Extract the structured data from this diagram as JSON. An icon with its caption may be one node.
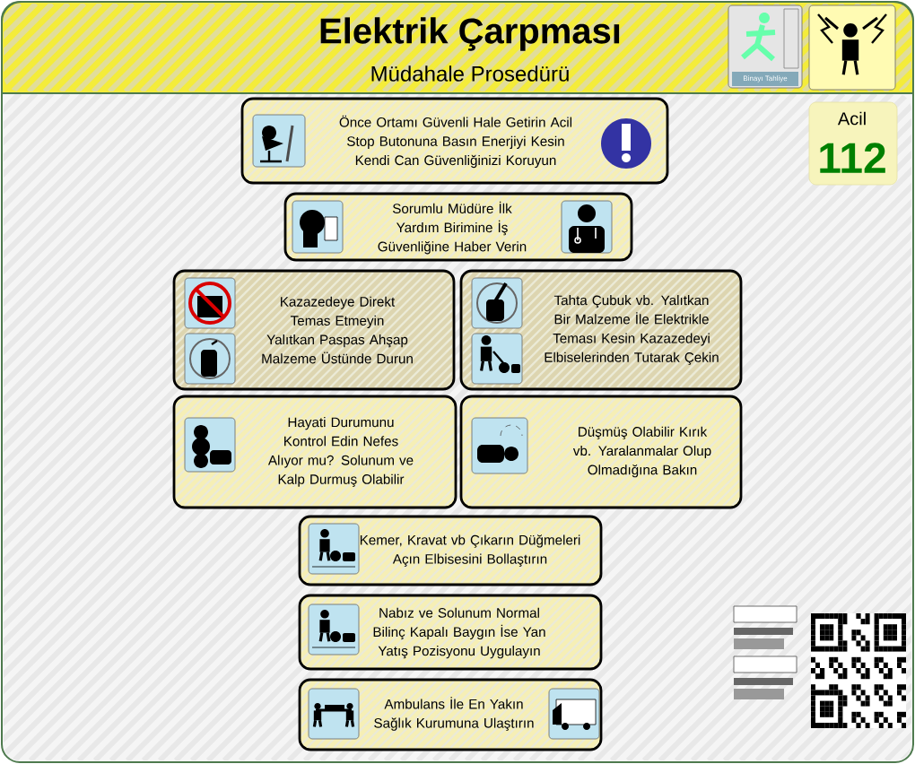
{
  "diagram": {
    "title": "Elektrik Çarpması",
    "nodes": [
      {
        "text": [
          "Önce Ortamı Güvenli Hale Getirin Acil Stop Butonuna Basın Enerjiyi Kesin Kendi Can Güvenliğinizi Koruyun"
        ]
      },
      {
        "text": [
          "Sorumlu Müdüre İlk Yardım Birimine İş Güvenliğine Haber Verin"
        ]
      },
      {
        "text": [
          "Kazazedeye Direkt Temas Etmeyin Yalıtkan Paspas Ahşap Malzeme Üstünde Durun"
        ]
      },
      {
        "text": [
          "Tahta Çubuk vb. Yalıtkan Bir Malzeme İle Elektrikle Teması Kesin Kazazedeyi Elbiselerinden Tutarak Çekin"
        ]
      },
      {
        "text": [
          "Hayati Durumunu Kontrol Edin Nefes Alıyor mu? Solunum ve Kalp Durmuş Olabilir"
        ]
      },
      {
        "text": [
          "Düşmüş Olabilir Kırık vb. Yaralanmalar Olup Olmadığına Bakın"
        ]
      },
      {
        "text": [
          "Kemer, Kravat vb Çıkarın Düğmeleri Açın Elbisesini Bollaştırın"
        ]
      },
      {
        "text": [
          "Nabız ve Solunum Normal Bilinç Kapalı Baygın İse Yan Yatış Pozisyonu Uygulayın"
        ]
      },
      {
        "text": [
          "Ambulans İle En Yakın Sağlık Kurumuna Ulaştırın"
        ]
      },
      {
        "text": [
          "Acil",
          "112"
        ]
      }
    ],
    "edges": [],
    "labels": [
      "Müdahale Prosedürü",
      "Binayı Tahliye"
    ]
  }
}
